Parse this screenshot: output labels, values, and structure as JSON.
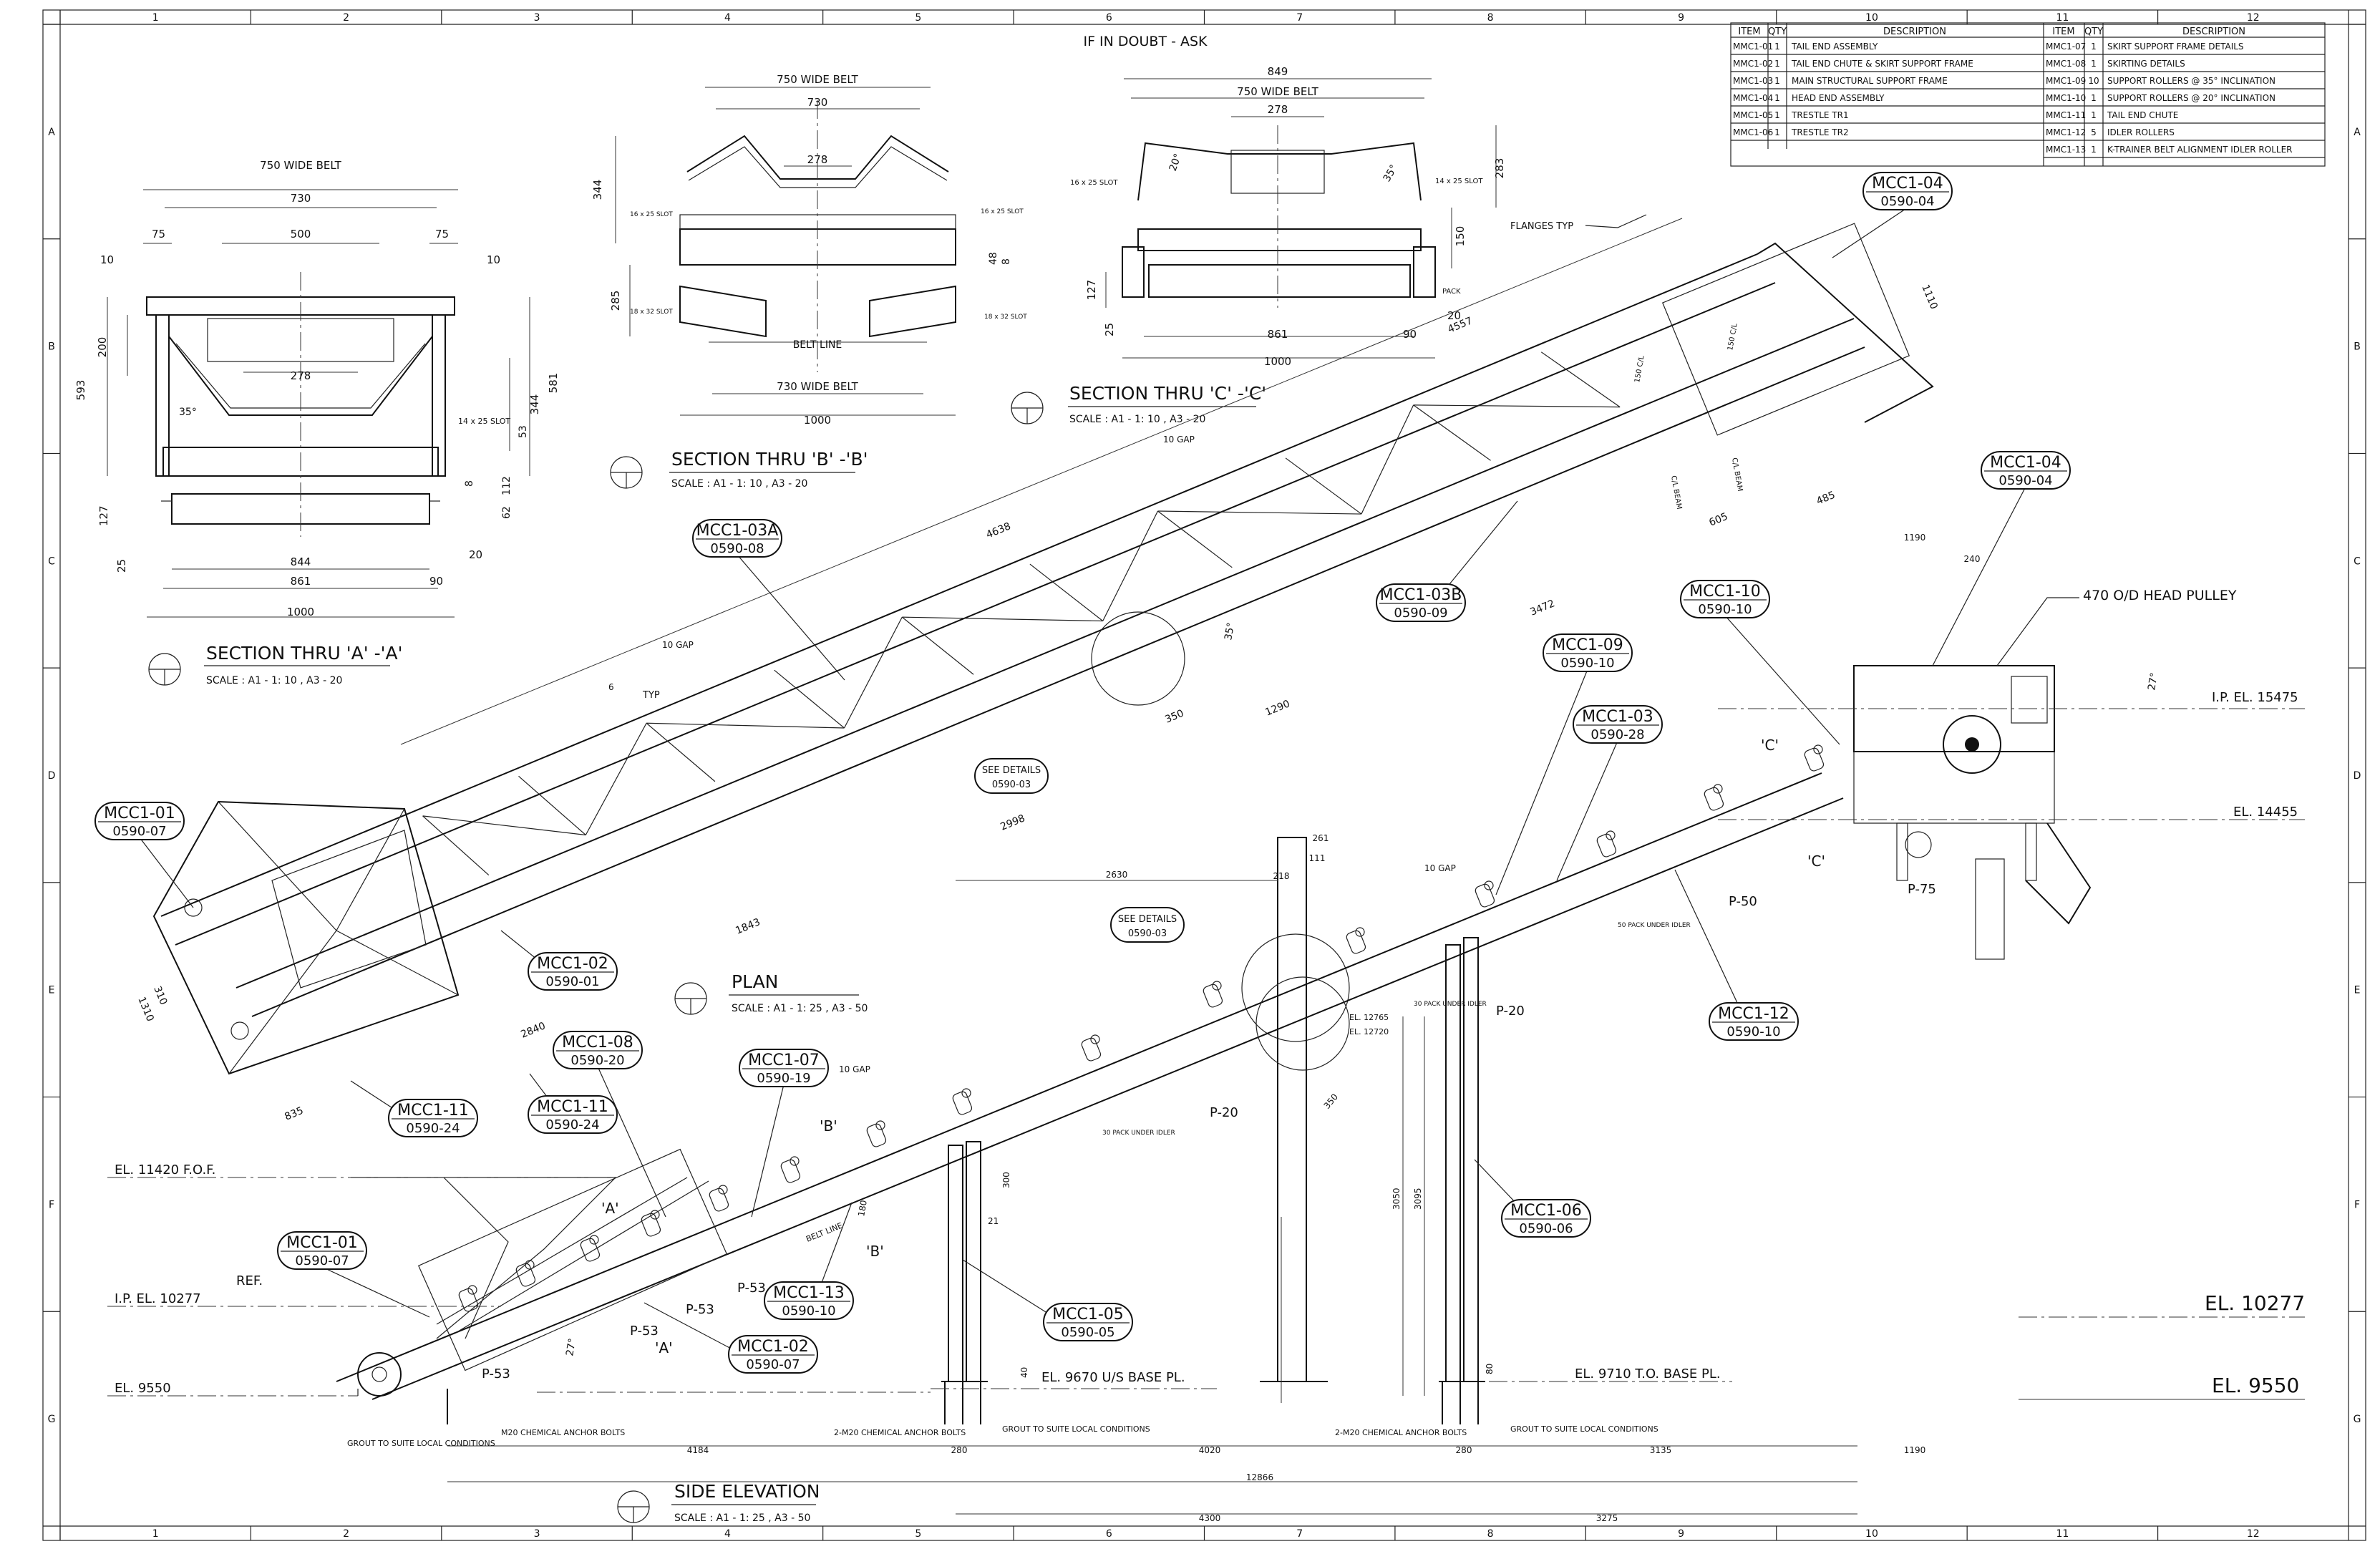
{
  "sheet": {
    "grid_cols": [
      "1",
      "2",
      "3",
      "4",
      "5",
      "6",
      "7",
      "8",
      "9",
      "10",
      "11",
      "12"
    ],
    "grid_rows": [
      "A",
      "B",
      "C",
      "D",
      "E",
      "F",
      "G"
    ],
    "note": "IF IN DOUBT - ASK"
  },
  "bom": {
    "headers": [
      "ITEM",
      "QTY",
      "DESCRIPTION"
    ],
    "left": [
      [
        "MMC1-01",
        "1",
        "TAIL END ASSEMBLY"
      ],
      [
        "MMC1-02",
        "1",
        "TAIL END CHUTE & SKIRT SUPPORT FRAME"
      ],
      [
        "MMC1-03",
        "1",
        "MAIN STRUCTURAL SUPPORT FRAME"
      ],
      [
        "MMC1-04",
        "1",
        "HEAD END ASSEMBLY"
      ],
      [
        "MMC1-05",
        "1",
        "TRESTLE TR1"
      ],
      [
        "MMC1-06",
        "1",
        "TRESTLE TR2"
      ]
    ],
    "right": [
      [
        "MMC1-07",
        "1",
        "SKIRT SUPPORT FRAME DETAILS"
      ],
      [
        "MMC1-08",
        "1",
        "SKIRTING DETAILS"
      ],
      [
        "MMC1-09",
        "10",
        "SUPPORT ROLLERS @ 35° INCLINATION"
      ],
      [
        "MMC1-10",
        "1",
        "SUPPORT ROLLERS @ 20° INCLINATION"
      ],
      [
        "MMC1-11",
        "1",
        "TAIL END CHUTE"
      ],
      [
        "MMC1-12",
        "5",
        "IDLER ROLLERS"
      ],
      [
        "MMC1-13",
        "1",
        "K-TRAINER BELT ALIGNMENT IDLER ROLLER"
      ]
    ]
  },
  "views": {
    "section_a": {
      "title": "SECTION THRU 'A' -'A'",
      "scale": "SCALE : A1 - 1: 10 , A3 - 20"
    },
    "section_b": {
      "title": "SECTION THRU 'B' -'B'",
      "scale": "SCALE : A1 - 1: 10 , A3 - 20"
    },
    "section_c": {
      "title": "SECTION THRU 'C' -'C'",
      "scale": "SCALE : A1 - 1: 10 , A3 - 20"
    },
    "plan": {
      "title": "PLAN",
      "scale": "SCALE : A1 - 1: 25 , A3 - 50"
    },
    "elevation": {
      "title": "SIDE ELEVATION",
      "scale": "SCALE : A1 - 1: 25 , A3 - 50"
    }
  },
  "dims": {
    "sa": {
      "belt": "750 WIDE BELT",
      "w730": "730",
      "w500": "500",
      "w75a": "75",
      "w75b": "75",
      "w10a": "10",
      "w10b": "10",
      "w278": "278",
      "h593": "593",
      "h200": "200",
      "h344": "344",
      "h581": "581",
      "h53": "53",
      "h112": "112",
      "h8": "8",
      "h62": "62",
      "h127": "127",
      "h25": "25",
      "w844": "844",
      "w861": "861",
      "w90": "90",
      "w1000": "1000",
      "w20": "20",
      "slot": "14 x 25 SLOT",
      "ang": "35°"
    },
    "sb": {
      "belt": "750 WIDE BELT",
      "w730": "730",
      "w278": "278",
      "h344": "344",
      "h285": "285",
      "h48": "48",
      "h8": "8",
      "belt_line": "BELT LINE",
      "belt2": "730 WIDE BELT",
      "w1000": "1000",
      "slot1": "16 x 25 SLOT",
      "slot2": "18 x 32 SLOT",
      "slot3": "16 x 25 SLOT",
      "slot4": "18 x 32 SLOT"
    },
    "sc": {
      "w849": "849",
      "belt": "750 WIDE BELT",
      "w278": "278",
      "h283": "283",
      "h150": "150",
      "h127": "127",
      "h25": "25",
      "w861": "861",
      "w90": "90",
      "w1000": "1000",
      "w20": "20",
      "slot1": "16 x 25 SLOT",
      "slot2": "14 x 25 SLOT",
      "pack": "PACK",
      "ang1": "20°",
      "ang2": "35°"
    },
    "plan": {
      "d4557": "4557",
      "d4638": "4638",
      "d3472": "3472",
      "d1290": "1290",
      "d2998": "2998",
      "d1843": "1843",
      "d2840": "2840",
      "d605": "605",
      "d485": "485",
      "d1110": "1110",
      "d1310": "1310",
      "d310": "310",
      "d835": "835",
      "d350": "350",
      "gap1": "10 GAP",
      "gap2": "10 GAP",
      "flanges": "FLANGES TYP",
      "typ": "TYP",
      "c_lbl": "C/L BEAM",
      "c_lbl2": "C/L BEAM",
      "cp1": "150 C/L",
      "cp2": "150 C/L",
      "ang": "35°",
      "d6": "6"
    },
    "elev": {
      "el11420": "EL. 11420 F.O.F.",
      "el10277": "I.P. EL. 10277",
      "el9550": "EL. 9550",
      "el9670": "EL. 9670 U/S BASE PL.",
      "el9710": "EL. 9710 T.O. BASE PL.",
      "el15475": "I.P. EL. 15475",
      "el14455": "EL. 14455",
      "el10277b": "EL. 10277",
      "el9550b": "EL. 9550",
      "el12765": "EL. 12765",
      "el12720": "EL. 12720",
      "ref": "REF.",
      "ang27": "27°",
      "ang27b": "27°",
      "pulley": "470 O/D HEAD PULLEY",
      "d4184": "4184",
      "d280a": "280",
      "d4020": "4020",
      "d280b": "280",
      "d3135": "3135",
      "d1190": "1190",
      "d12866": "12866",
      "d4300": "4300",
      "d3275": "3275",
      "d2630": "2630",
      "d261": "261",
      "d218": "218",
      "d111": "111",
      "d3050": "3050",
      "d3095": "3095",
      "d300": "300",
      "d21": "21",
      "d40": "40",
      "d80": "80",
      "d350": "350",
      "d1190b": "1190",
      "d240": "240",
      "d180": "180",
      "gap_a": "10 GAP",
      "gap_b": "10 GAP",
      "beltline": "BELT LINE",
      "grout1": "GROUT TO SUITE LOCAL CONDITIONS",
      "grout2": "GROUT TO SUITE LOCAL CONDITIONS",
      "grout3": "GROUT TO SUITE LOCAL CONDITIONS",
      "anchor1": "M20 CHEMICAL ANCHOR BOLTS",
      "anchor2": "2-M20 CHEMICAL ANCHOR BOLTS",
      "anchor3": "2-M20 CHEMICAL ANCHOR BOLTS",
      "pack1": "30 PACK UNDER IDLER",
      "pack2": "50 PACK UNDER IDLER",
      "pack3": "30 PACK UNDER IDLER",
      "p53a": "P-53",
      "p53b": "P-53",
      "p53c": "P-53",
      "p53d": "P-53",
      "p20a": "P-20",
      "p20b": "P-20",
      "p50": "P-50",
      "p75": "P-75",
      "secA1": "'A'",
      "secA2": "'A'",
      "secB1": "'B'",
      "secB2": "'B'",
      "secC1": "'C'",
      "secC2": "'C'"
    },
    "details1": "SEE DETAILS",
    "details1_ref": "0590-03",
    "details2": "SEE DETAILS",
    "details2_ref": "0590-03"
  },
  "tags": [
    {
      "code": "MCC1-04",
      "ref": "0590-04"
    },
    {
      "code": "MCC1-04",
      "ref": "0590-04"
    },
    {
      "code": "MCC1-03A",
      "ref": "0590-08"
    },
    {
      "code": "MCC1-03B",
      "ref": "0590-09"
    },
    {
      "code": "MCC1-10",
      "ref": "0590-10"
    },
    {
      "code": "MCC1-09",
      "ref": "0590-10"
    },
    {
      "code": "MCC1-03",
      "ref": "0590-28"
    },
    {
      "code": "MCC1-01",
      "ref": "0590-07"
    },
    {
      "code": "MCC1-02",
      "ref": "0590-01"
    },
    {
      "code": "MCC1-12",
      "ref": "0590-10"
    },
    {
      "code": "MCC1-11",
      "ref": "0590-24"
    },
    {
      "code": "MCC1-11",
      "ref": "0590-24"
    },
    {
      "code": "MCC1-08",
      "ref": "0590-20"
    },
    {
      "code": "MCC1-07",
      "ref": "0590-19"
    },
    {
      "code": "MCC1-06",
      "ref": "0590-06"
    },
    {
      "code": "MCC1-01",
      "ref": "0590-07"
    },
    {
      "code": "MCC1-13",
      "ref": "0590-10"
    },
    {
      "code": "MCC1-05",
      "ref": "0590-05"
    },
    {
      "code": "MCC1-02",
      "ref": "0590-07"
    }
  ]
}
